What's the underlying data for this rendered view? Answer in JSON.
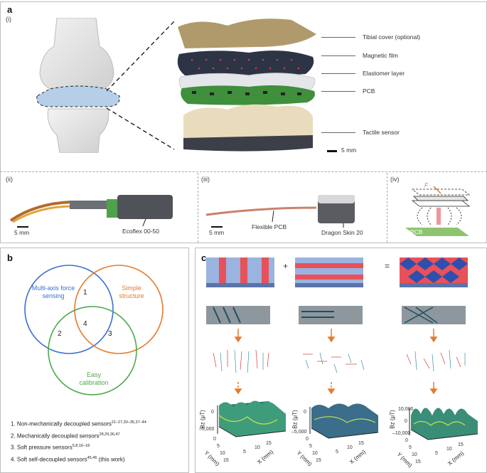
{
  "panel_a": {
    "letter": "a",
    "sub_i": "(i)",
    "labels": [
      "Tibial cover (optional)",
      "Magnetic film",
      "Elastomer layer",
      "PCB",
      "Tactile sensor"
    ],
    "scale": "5 mm"
  },
  "panel_ii": {
    "sub": "(ii)",
    "scale": "5 mm",
    "material": "Ecoflex 00-50"
  },
  "panel_iii": {
    "sub": "(iii)",
    "scale": "5 mm",
    "pcb": "Flexible PCB",
    "material": "Dragon Skin 20"
  },
  "panel_iv": {
    "sub": "(iv)",
    "force": "F",
    "pcb": "PCB"
  },
  "panel_b": {
    "letter": "b",
    "circles": {
      "blue": "Multi-axis force sensing",
      "orange": "Simple structure",
      "green": "Easy calibration"
    },
    "regions": [
      "1",
      "2",
      "3",
      "4"
    ],
    "refs": [
      {
        "text": "1. Non-mechanically decoupled sensors",
        "sup": "21–27,30–35,37–44"
      },
      {
        "text": "2. Mechanically decoupled sensors",
        "sup": "28,29,36,47"
      },
      {
        "text": "3. Soft pressure sensors",
        "sup": "5,8,16–18"
      },
      {
        "text": "4. Soft self-decoupled sensors",
        "sup": "45,46",
        "suffix": " (this work)"
      }
    ]
  },
  "panel_c": {
    "letter": "c",
    "plus": "+",
    "equals": "=",
    "plots": [
      {
        "zlabel": "Bz (μT)",
        "zticks": [
          "0",
          "–5,000"
        ],
        "y": "Y (mm)",
        "x": "X (mm)",
        "yticks": [
          "0",
          "5",
          "10",
          "15"
        ],
        "xticks": [
          "5",
          "10",
          "15"
        ]
      },
      {
        "zlabel": "Bz (μT)",
        "zticks": [
          "0",
          "–5,000"
        ],
        "y": "Y (mm)",
        "x": "X (mm)",
        "yticks": [
          "0",
          "5",
          "10",
          "15"
        ],
        "xticks": [
          "5",
          "10",
          "15"
        ]
      },
      {
        "zlabel": "Bz (μT)",
        "zticks": [
          "10,000",
          "0",
          "–10,000"
        ],
        "y": "Y (mm)",
        "x": "X (mm)",
        "yticks": [
          "0",
          "5",
          "10",
          "15"
        ],
        "xticks": [
          "5",
          "10",
          "15"
        ]
      }
    ]
  },
  "colors": {
    "blue": "#3b6fd1",
    "orange": "#e57a2c",
    "green": "#4ea84a",
    "stripe_blue": "#9bb3e0",
    "stripe_red": "#e8515a"
  }
}
